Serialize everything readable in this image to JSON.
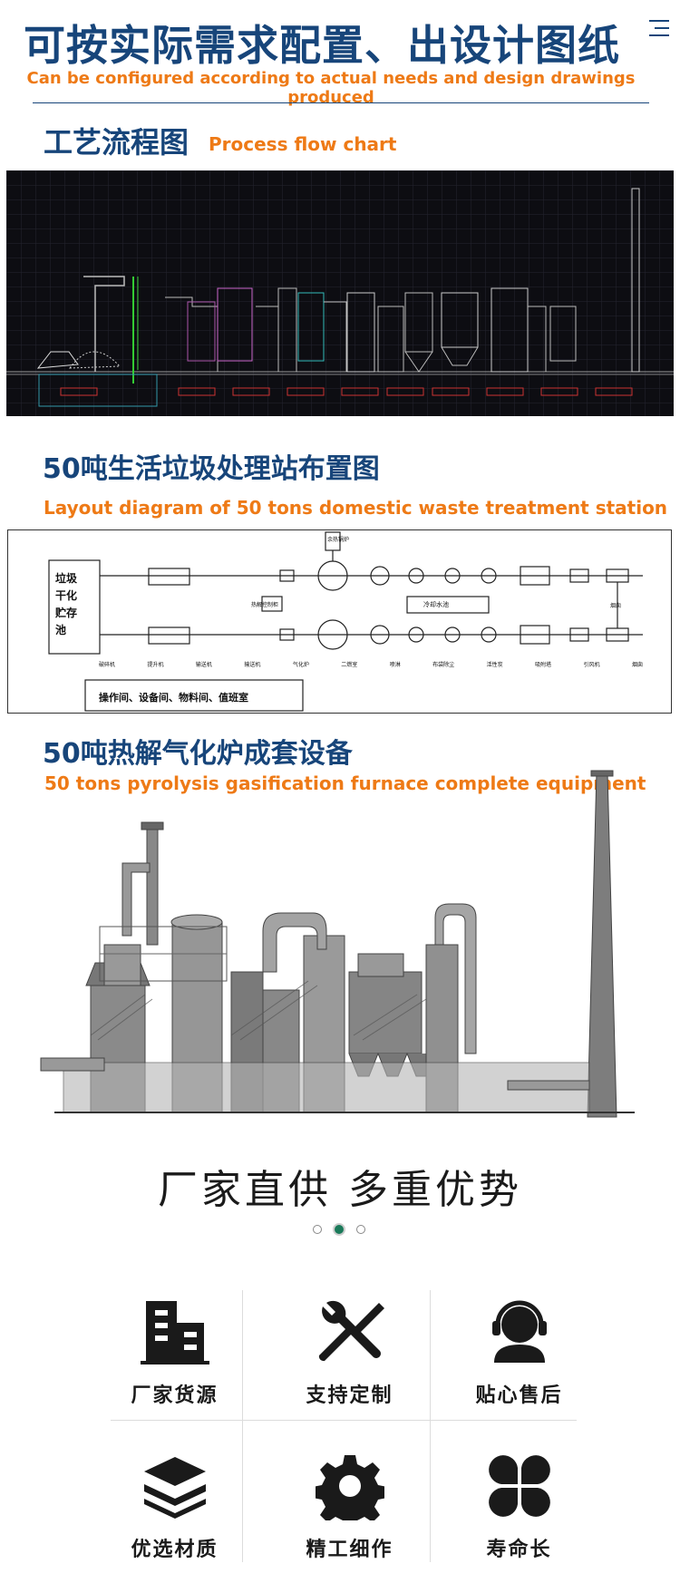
{
  "header": {
    "title": "可按实际需求配置、出设计图纸",
    "subtitle": "Can be configured according to actual needs and design drawings produced",
    "menu_icon": "menu-icon"
  },
  "sections": {
    "process": {
      "title_cn": "工艺流程图",
      "title_en": "Process flow chart"
    },
    "layout": {
      "title_cn": "50吨生活垃圾处理站布置图",
      "title_en": "Layout diagram of 50 tons domestic waste treatment station",
      "diagram": {
        "storage_label": [
          "垃圾",
          "干化",
          "贮存",
          "池"
        ],
        "room_label": "操作间、设备间、物料间、值班室",
        "top_label": "余热锅炉",
        "middle_label": "冷却水池",
        "center_label": "热解控制柜",
        "fan_label": "烟囱",
        "bottom_labels": [
          "破碎机",
          "提升机",
          "输送机",
          "输送机",
          "气化炉",
          "二燃室",
          "喷淋",
          "布袋除尘",
          "活性炭",
          "吸附塔",
          "引风机",
          "烟囱"
        ]
      }
    },
    "equipment": {
      "title_cn": "50吨热解气化炉成套设备",
      "title_en": "50 tons pyrolysis gasification furnace complete equipment"
    }
  },
  "slogan": "厂家直供 多重优势",
  "carousel": {
    "count": 3,
    "active": 1
  },
  "features": [
    {
      "label": "厂家货源",
      "icon": "building-icon"
    },
    {
      "label": "支持定制",
      "icon": "tools-icon"
    },
    {
      "label": "贴心售后",
      "icon": "headset-icon"
    },
    {
      "label": "优选材质",
      "icon": "layers-icon"
    },
    {
      "label": "精工细作",
      "icon": "gear-icon"
    },
    {
      "label": "寿命长",
      "icon": "clover-icon"
    }
  ],
  "colors": {
    "primary": "#17457a",
    "accent": "#ee7a16",
    "dot_active": "#1a7a5a"
  }
}
